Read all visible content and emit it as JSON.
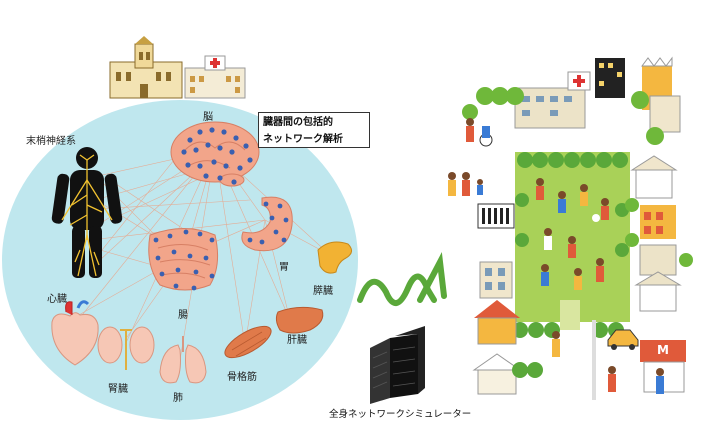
{
  "left_panel": {
    "title_line1": "臓器間の包括的",
    "title_line2": "ネットワーク解析",
    "organs": {
      "brain": "脳",
      "peripheral_nerve": "末梢神経系",
      "stomach": "胃",
      "pancreas": "膵臓",
      "heart": "心臓",
      "intestine": "腸",
      "liver": "肝臓",
      "kidney": "腎臓",
      "lung": "肺",
      "skeletal_muscle": "骨格筋"
    }
  },
  "center": {
    "server_caption": "全身ネットワークシミュレーター"
  },
  "right_panel": {
    "shop_sign": "M"
  },
  "colors": {
    "bubble": "#bfe7ee",
    "organ_pink": "#f2a58a",
    "node_blue": "#3a5fb0",
    "arrow_green": "#5aa83a",
    "park_green": "#a9d158",
    "tree_green": "#6fb83a"
  }
}
